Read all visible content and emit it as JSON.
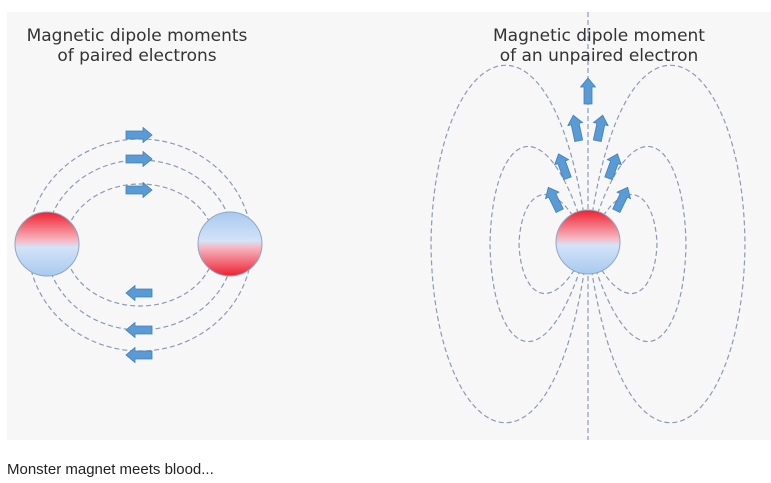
{
  "figure": {
    "left_title": [
      "Magnetic dipole moments",
      "of paired electrons"
    ],
    "right_title": [
      "Magnetic dipole moment",
      "of an unpaired electron"
    ],
    "colors": {
      "background": "#f7f7f7",
      "field_line": "#8a9bb3",
      "arrow": "#5b9bd5",
      "north_pole": "#ee2b3a",
      "south_pole": "#aacbf1"
    }
  },
  "caption": "Monster magnet meets blood..."
}
